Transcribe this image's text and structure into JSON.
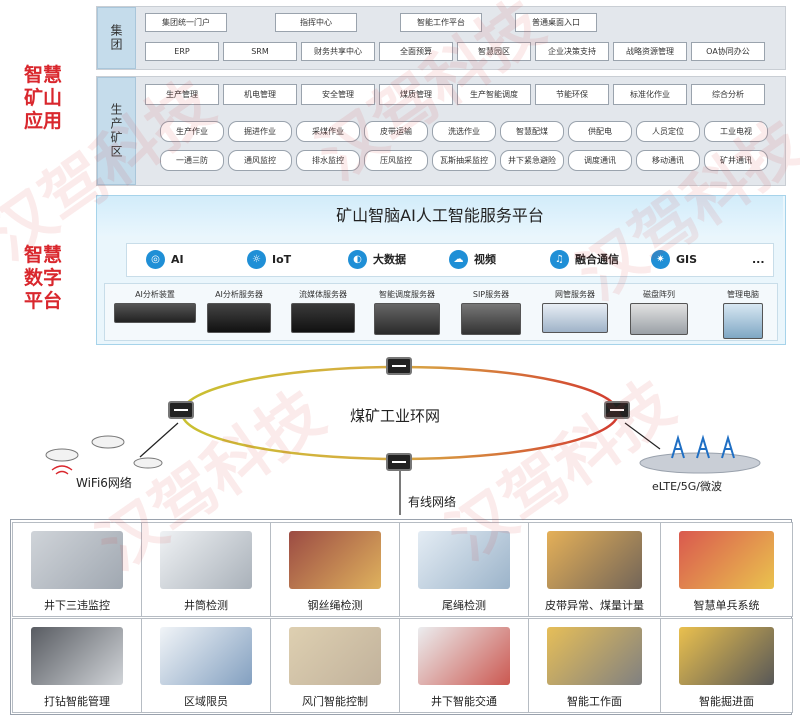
{
  "left_titles": {
    "apps": "智慧矿山应用",
    "platform": "智慧数字平台"
  },
  "group": {
    "label": "集团",
    "row1": [
      "集团统一门户",
      "指挥中心",
      "智能工作平台",
      "普通桌面入口"
    ],
    "row2": [
      "ERP",
      "SRM",
      "财务共享中心",
      "全面预算",
      "智慧园区",
      "企业决策支持",
      "战略资源管理",
      "OA协同办公"
    ]
  },
  "mine": {
    "label": "生产矿区",
    "row1": [
      "生产管理",
      "机电管理",
      "安全管理",
      "煤质管理",
      "生产智能调度",
      "节能环保",
      "标准化作业",
      "综合分析"
    ],
    "row2": [
      "生产作业",
      "掘进作业",
      "采煤作业",
      "皮带运输",
      "洗选作业",
      "智慧配煤",
      "供配电",
      "人员定位",
      "工业电视"
    ],
    "row3": [
      "一通三防",
      "通风监控",
      "排水监控",
      "压风监控",
      "瓦斯抽采监控",
      "井下紧急避险",
      "调度通讯",
      "移动通讯",
      "矿井通讯"
    ]
  },
  "platform": {
    "title": "矿山智脑AI人工智能服务平台",
    "ai_items": [
      "AI",
      "IoT",
      "大数据",
      "视频",
      "融合通信",
      "GIS",
      "..."
    ],
    "devices": [
      "AI分析装置",
      "AI分析服务器",
      "流媒体服务器",
      "智能调度服务器",
      "SIP服务器",
      "网管服务器",
      "磁盘阵列",
      "管理电脑"
    ]
  },
  "network": {
    "ring": "煤矿工业环网",
    "wifi": "WiFi6网络",
    "wireless": "eLTE/5G/微波",
    "wired": "有线网络"
  },
  "bottom_row1": [
    "井下三违监控",
    "井筒检测",
    "钢丝绳检测",
    "尾绳检测",
    "皮带异常、煤量计量",
    "智慧单兵系统"
  ],
  "bottom_row2": [
    "打钻智能管理",
    "区域限员",
    "风门智能控制",
    "井下智能交通",
    "智能工作面",
    "智能掘进面"
  ],
  "watermark": "汉驾科技",
  "colors": {
    "accent_red": "#d9272d",
    "platform_blue": "#1f8fd6",
    "ring_red": "#d9302f",
    "ring_yellow": "#d6c83a"
  }
}
